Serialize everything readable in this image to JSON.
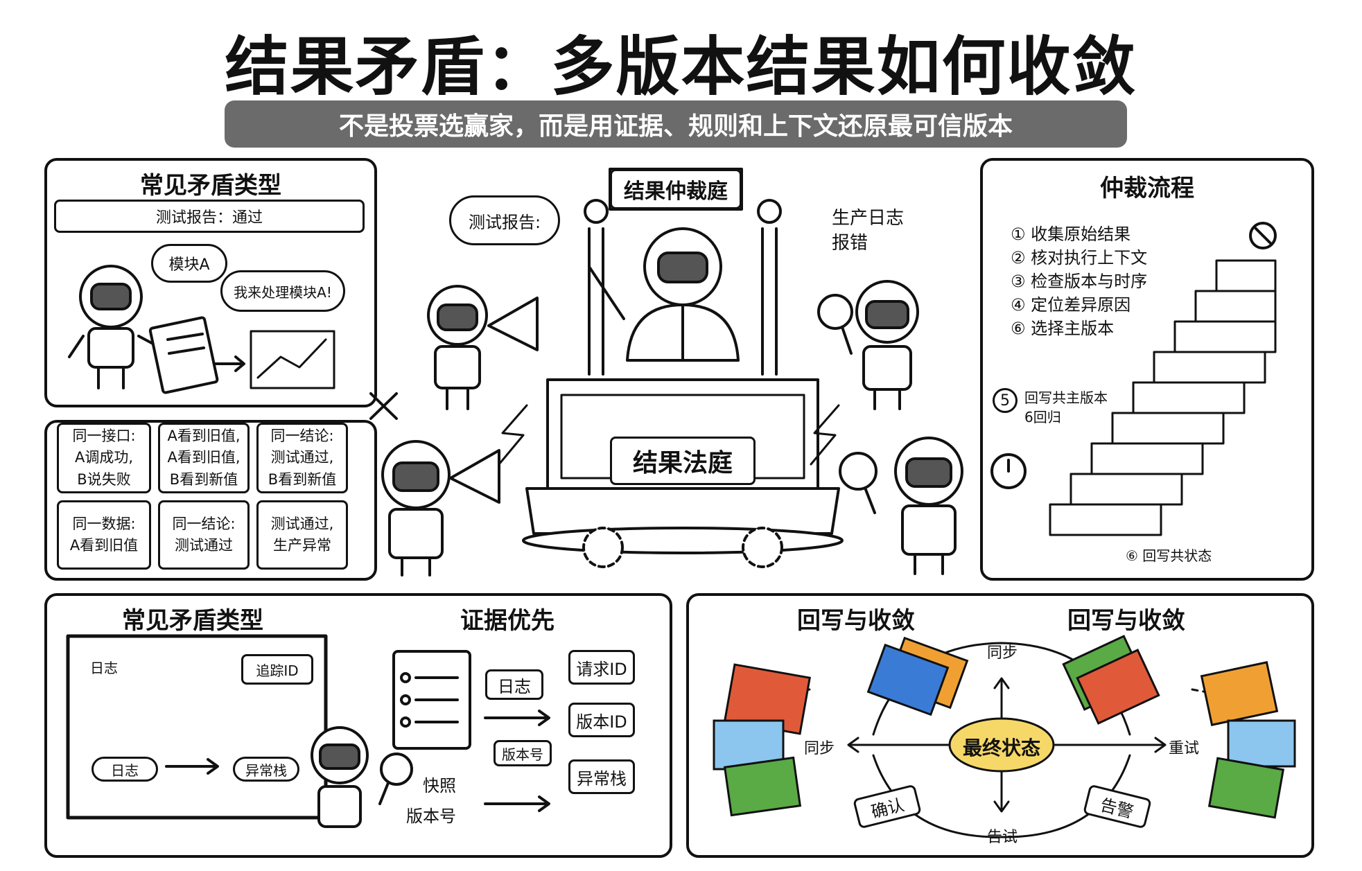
{
  "header": {
    "title": "结果矛盾：多版本结果如何收敛",
    "subtitle": "不是投票选赢家，而是用证据、规则和上下文还原最可信版本"
  },
  "conflict_panel": {
    "title": "常见矛盾类型",
    "banner": "测试报告：通过",
    "bubble_1": "模块A",
    "bubble_2": "我来处理模块A!",
    "cards": [
      [
        "同一接口:",
        "A调成功,",
        "B说失败"
      ],
      [
        "A看到旧值,",
        "A看到旧值,",
        "B看到新值"
      ],
      [
        "同一结论:",
        "测试通过,",
        "B看到新值"
      ],
      [
        "同一数据:",
        "A看到旧值"
      ],
      [
        "同一结论:",
        "测试通过"
      ],
      [
        "测试通过,",
        "生产异常"
      ]
    ]
  },
  "court": {
    "sign": "结果仲裁庭",
    "podium_sign": "结果法庭",
    "bubble_left": "测试报告:",
    "note_right_1": "生产日志",
    "note_right_2": "报错"
  },
  "process_panel": {
    "title": "仲裁流程",
    "steps": [
      "① 收集原始结果",
      "② 核对执行上下文",
      "③ 检查版本与时序",
      "④ 定位差异原因",
      "⑥ 选择主版本"
    ],
    "step5_num": "5",
    "step5_a": "回写共主版本",
    "step5_b": "6回归",
    "footer": "⑥ 回写共状态"
  },
  "evidence_panel": {
    "title_left": "常见矛盾类型",
    "title_right": "证据优先",
    "board_label_1": "日志",
    "board_label_2": "日志",
    "board_label_3": "异常栈",
    "sticky": "追踪ID",
    "log_tag": "日志",
    "version_tag": "版本号",
    "snapshot": "快照",
    "version": "版本号",
    "right_tags": [
      "请求ID",
      "版本ID",
      "异常栈"
    ]
  },
  "converge_panel": {
    "title_left": "回写与收敛",
    "title_right": "回写与收敛",
    "center": "最终状态",
    "top": "同步",
    "left": "同步",
    "right": "重试",
    "bottom": "告试",
    "confirm": "确认",
    "alert": "告警",
    "colors": {
      "red": "#e05a3a",
      "blue": "#3a7bd5",
      "orange": "#f0a033",
      "green": "#5aaa46",
      "lightblue": "#8cc6ee",
      "yellow": "#f6d868"
    }
  }
}
